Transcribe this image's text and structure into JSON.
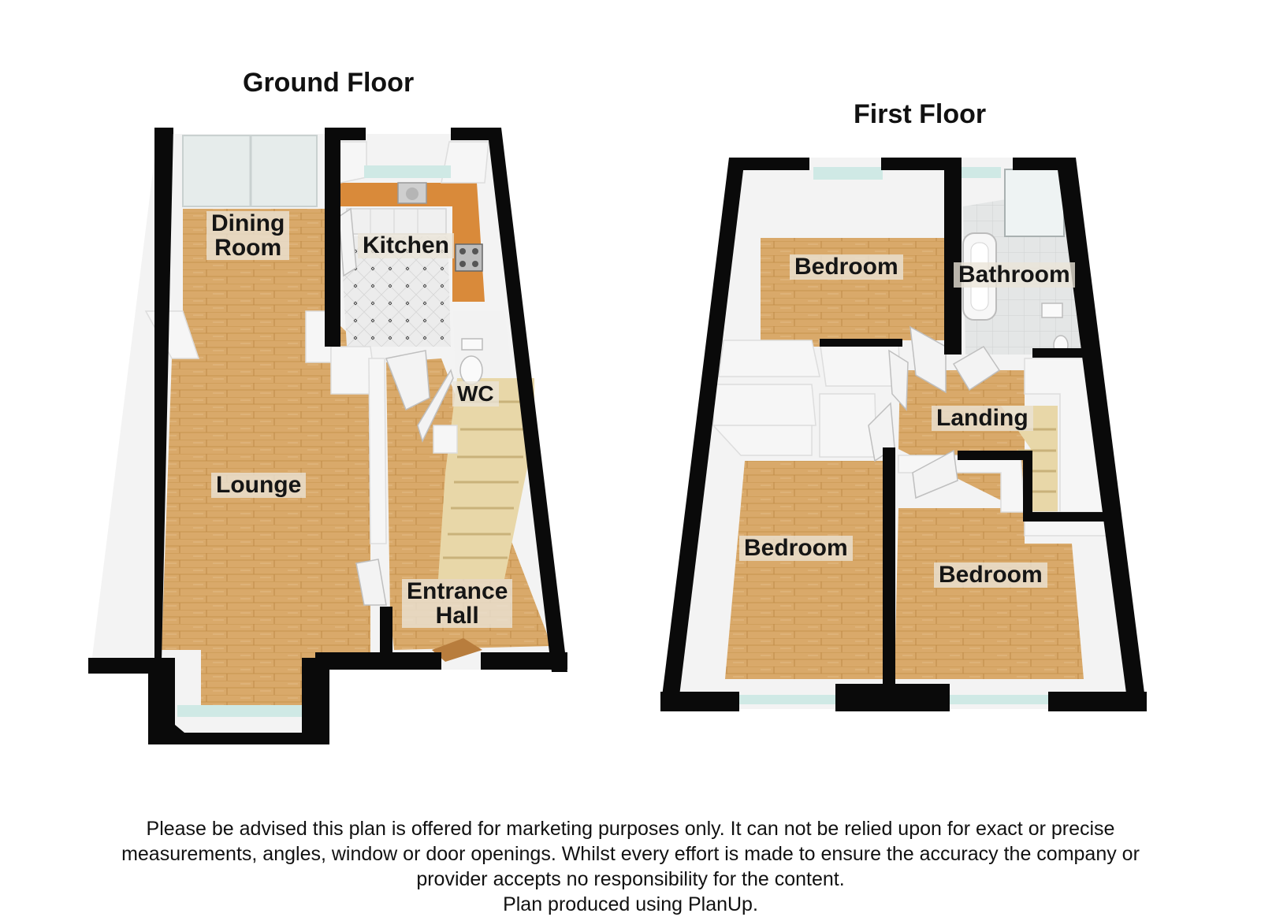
{
  "titles": {
    "ground_floor": "Ground Floor",
    "first_floor": "First Floor"
  },
  "rooms": {
    "dining_room_line1": "Dining",
    "dining_room_line2": "Room",
    "kitchen": "Kitchen",
    "wc": "WC",
    "lounge": "Lounge",
    "entrance_hall_line1": "Entrance",
    "entrance_hall_line2": "Hall",
    "bedroom_1": "Bedroom",
    "bathroom": "Bathroom",
    "landing": "Landing",
    "bedroom_2": "Bedroom",
    "bedroom_3": "Bedroom"
  },
  "disclaimer": {
    "line1": "Please be advised this plan is offered for marketing purposes only. It can not be relied upon for exact or precise",
    "line2": "measurements, angles, window or door openings. Whilst every effort is made to ensure the accuracy the company or",
    "line3": "provider accepts no responsibility for the content.",
    "line4": "Plan produced using PlanUp."
  },
  "colors": {
    "wall": "#0a0a0a",
    "wood_floor": "#d9a96a",
    "kitchen_worktop": "#d98a3a",
    "tile_floor": "#e9e9e9",
    "stairs": "#e8d7a8",
    "inner_wall": "#f4f4f4",
    "window": "#cfe9e5"
  }
}
